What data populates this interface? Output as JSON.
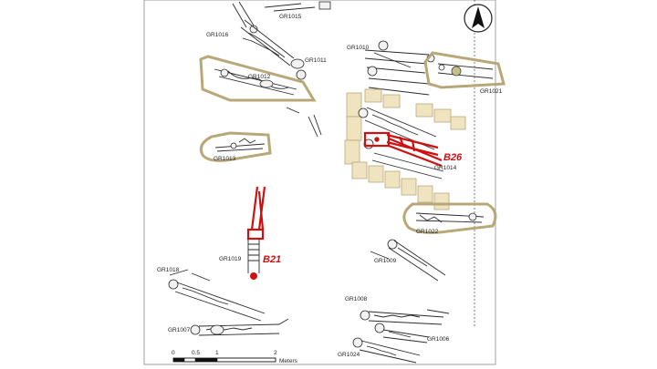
{
  "labels": {
    "gr1015": "GR1015",
    "gr1016": "GR1016",
    "gr1011": "GR1011",
    "gr1012": "GR1012",
    "gr1010": "GR1010",
    "gr1021": "GR1021",
    "gr1013": "GR1013",
    "gr1014": "GR1014",
    "gr1022": "GR1022",
    "gr1009": "GR1009",
    "gr1019": "GR1019",
    "gr1018": "GR1018",
    "gr1007": "GR1007",
    "gr1008": "GR1008",
    "gr1006": "GR1006",
    "gr1024": "GR1024"
  },
  "markers": {
    "b26": "B26",
    "b21": "B21"
  },
  "scale_bar": {
    "ticks": [
      "0",
      "0.5",
      "1",
      "2"
    ],
    "unit": "Meters"
  },
  "colors": {
    "highlight": "#d01010",
    "brick": "#efe3c0",
    "coffin": "#b8a878",
    "frame": "#8a8a8a"
  },
  "north_icon": "north-arrow-icon"
}
